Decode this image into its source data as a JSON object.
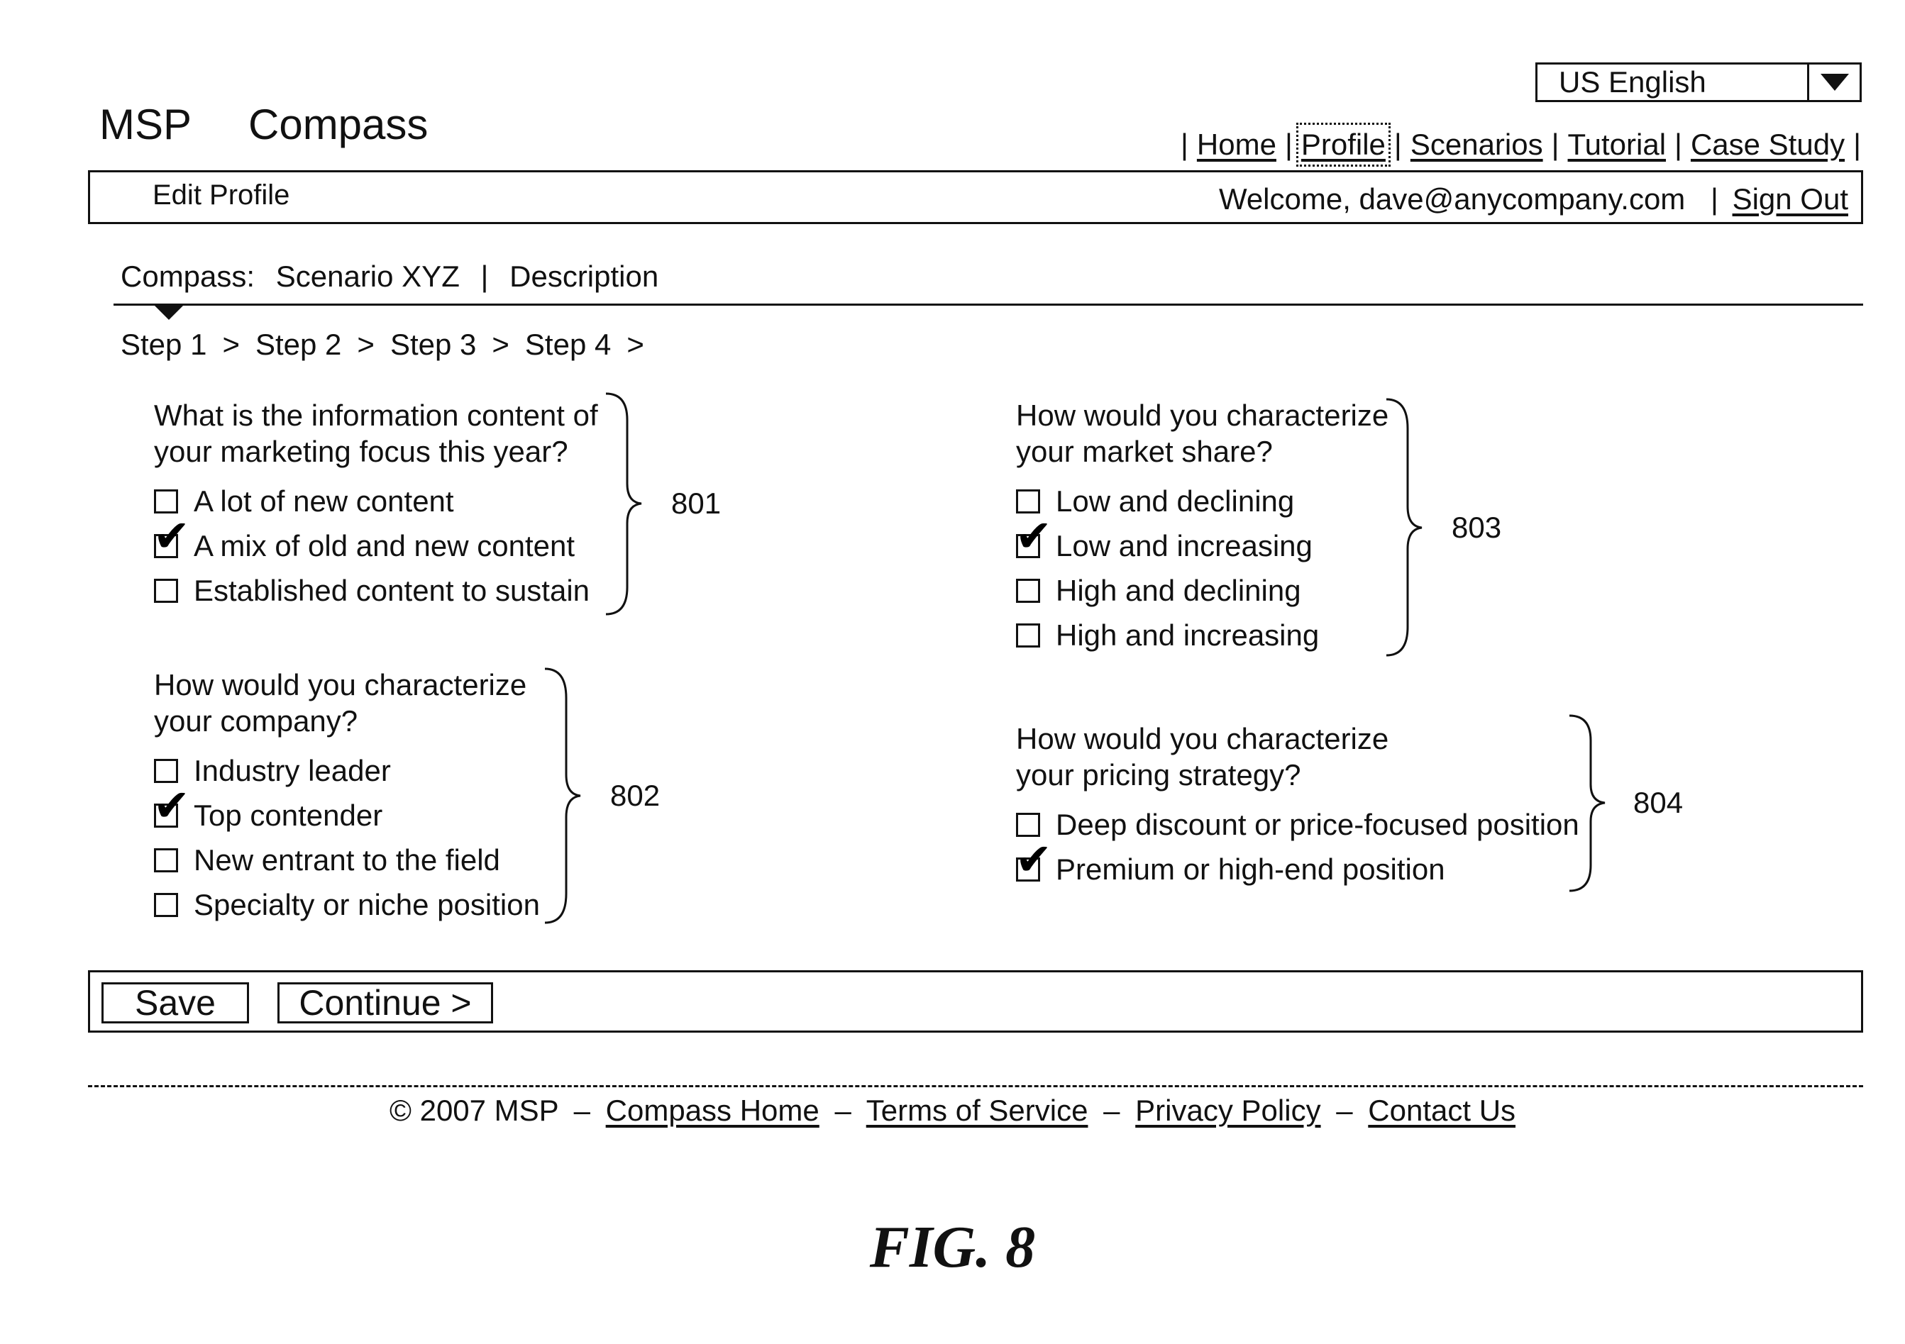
{
  "app": {
    "brand_1": "MSP",
    "brand_2": "Compass"
  },
  "language": {
    "selected": "US English"
  },
  "topnav": {
    "separator": "|",
    "items": [
      "Home",
      "Profile",
      "Scenarios",
      "Tutorial",
      "Case Study"
    ],
    "active": "Profile"
  },
  "header": {
    "page_title": "Edit Profile",
    "welcome": "Welcome, dave@anycompany.com",
    "separator": "|",
    "sign_out": "Sign Out"
  },
  "breadcrumb": {
    "prefix": "Compass:",
    "scenario": "Scenario XYZ",
    "separator": "|",
    "description": "Description"
  },
  "steps": {
    "items": [
      "Step 1",
      "Step 2",
      "Step 3",
      "Step 4"
    ],
    "arrow": ">"
  },
  "questions": [
    {
      "ref": "801",
      "lines": [
        "What is the information content of",
        "your marketing focus this year?"
      ],
      "options": [
        {
          "label": "A lot of new content",
          "checked": false
        },
        {
          "label": "A mix of old and new content",
          "checked": true
        },
        {
          "label": "Established content to sustain",
          "checked": false
        }
      ]
    },
    {
      "ref": "802",
      "lines": [
        "How would you characterize",
        "your company?"
      ],
      "options": [
        {
          "label": "Industry leader",
          "checked": false
        },
        {
          "label": "Top contender",
          "checked": true
        },
        {
          "label": "New entrant to the field",
          "checked": false
        },
        {
          "label": "Specialty or niche position",
          "checked": false
        }
      ]
    },
    {
      "ref": "803",
      "lines": [
        "How would you characterize",
        "your market share?"
      ],
      "options": [
        {
          "label": "Low and declining",
          "checked": false
        },
        {
          "label": "Low and increasing",
          "checked": true
        },
        {
          "label": "High and declining",
          "checked": false
        },
        {
          "label": "High and increasing",
          "checked": false
        }
      ]
    },
    {
      "ref": "804",
      "lines": [
        "How would you characterize",
        "your pricing strategy?"
      ],
      "options": [
        {
          "label": "Deep discount or price-focused position",
          "checked": false
        },
        {
          "label": "Premium or high-end position",
          "checked": true
        }
      ]
    }
  ],
  "actions": {
    "save": "Save",
    "continue": "Continue  >"
  },
  "footer": {
    "copyright": "© 2007 MSP",
    "dash": "–",
    "links": [
      "Compass Home",
      "Terms of Service",
      "Privacy Policy",
      "Contact Us"
    ]
  },
  "figure_label": "FIG. 8",
  "icons": {
    "dropdown": "chevron-down-icon",
    "check": "checkmark-icon"
  }
}
